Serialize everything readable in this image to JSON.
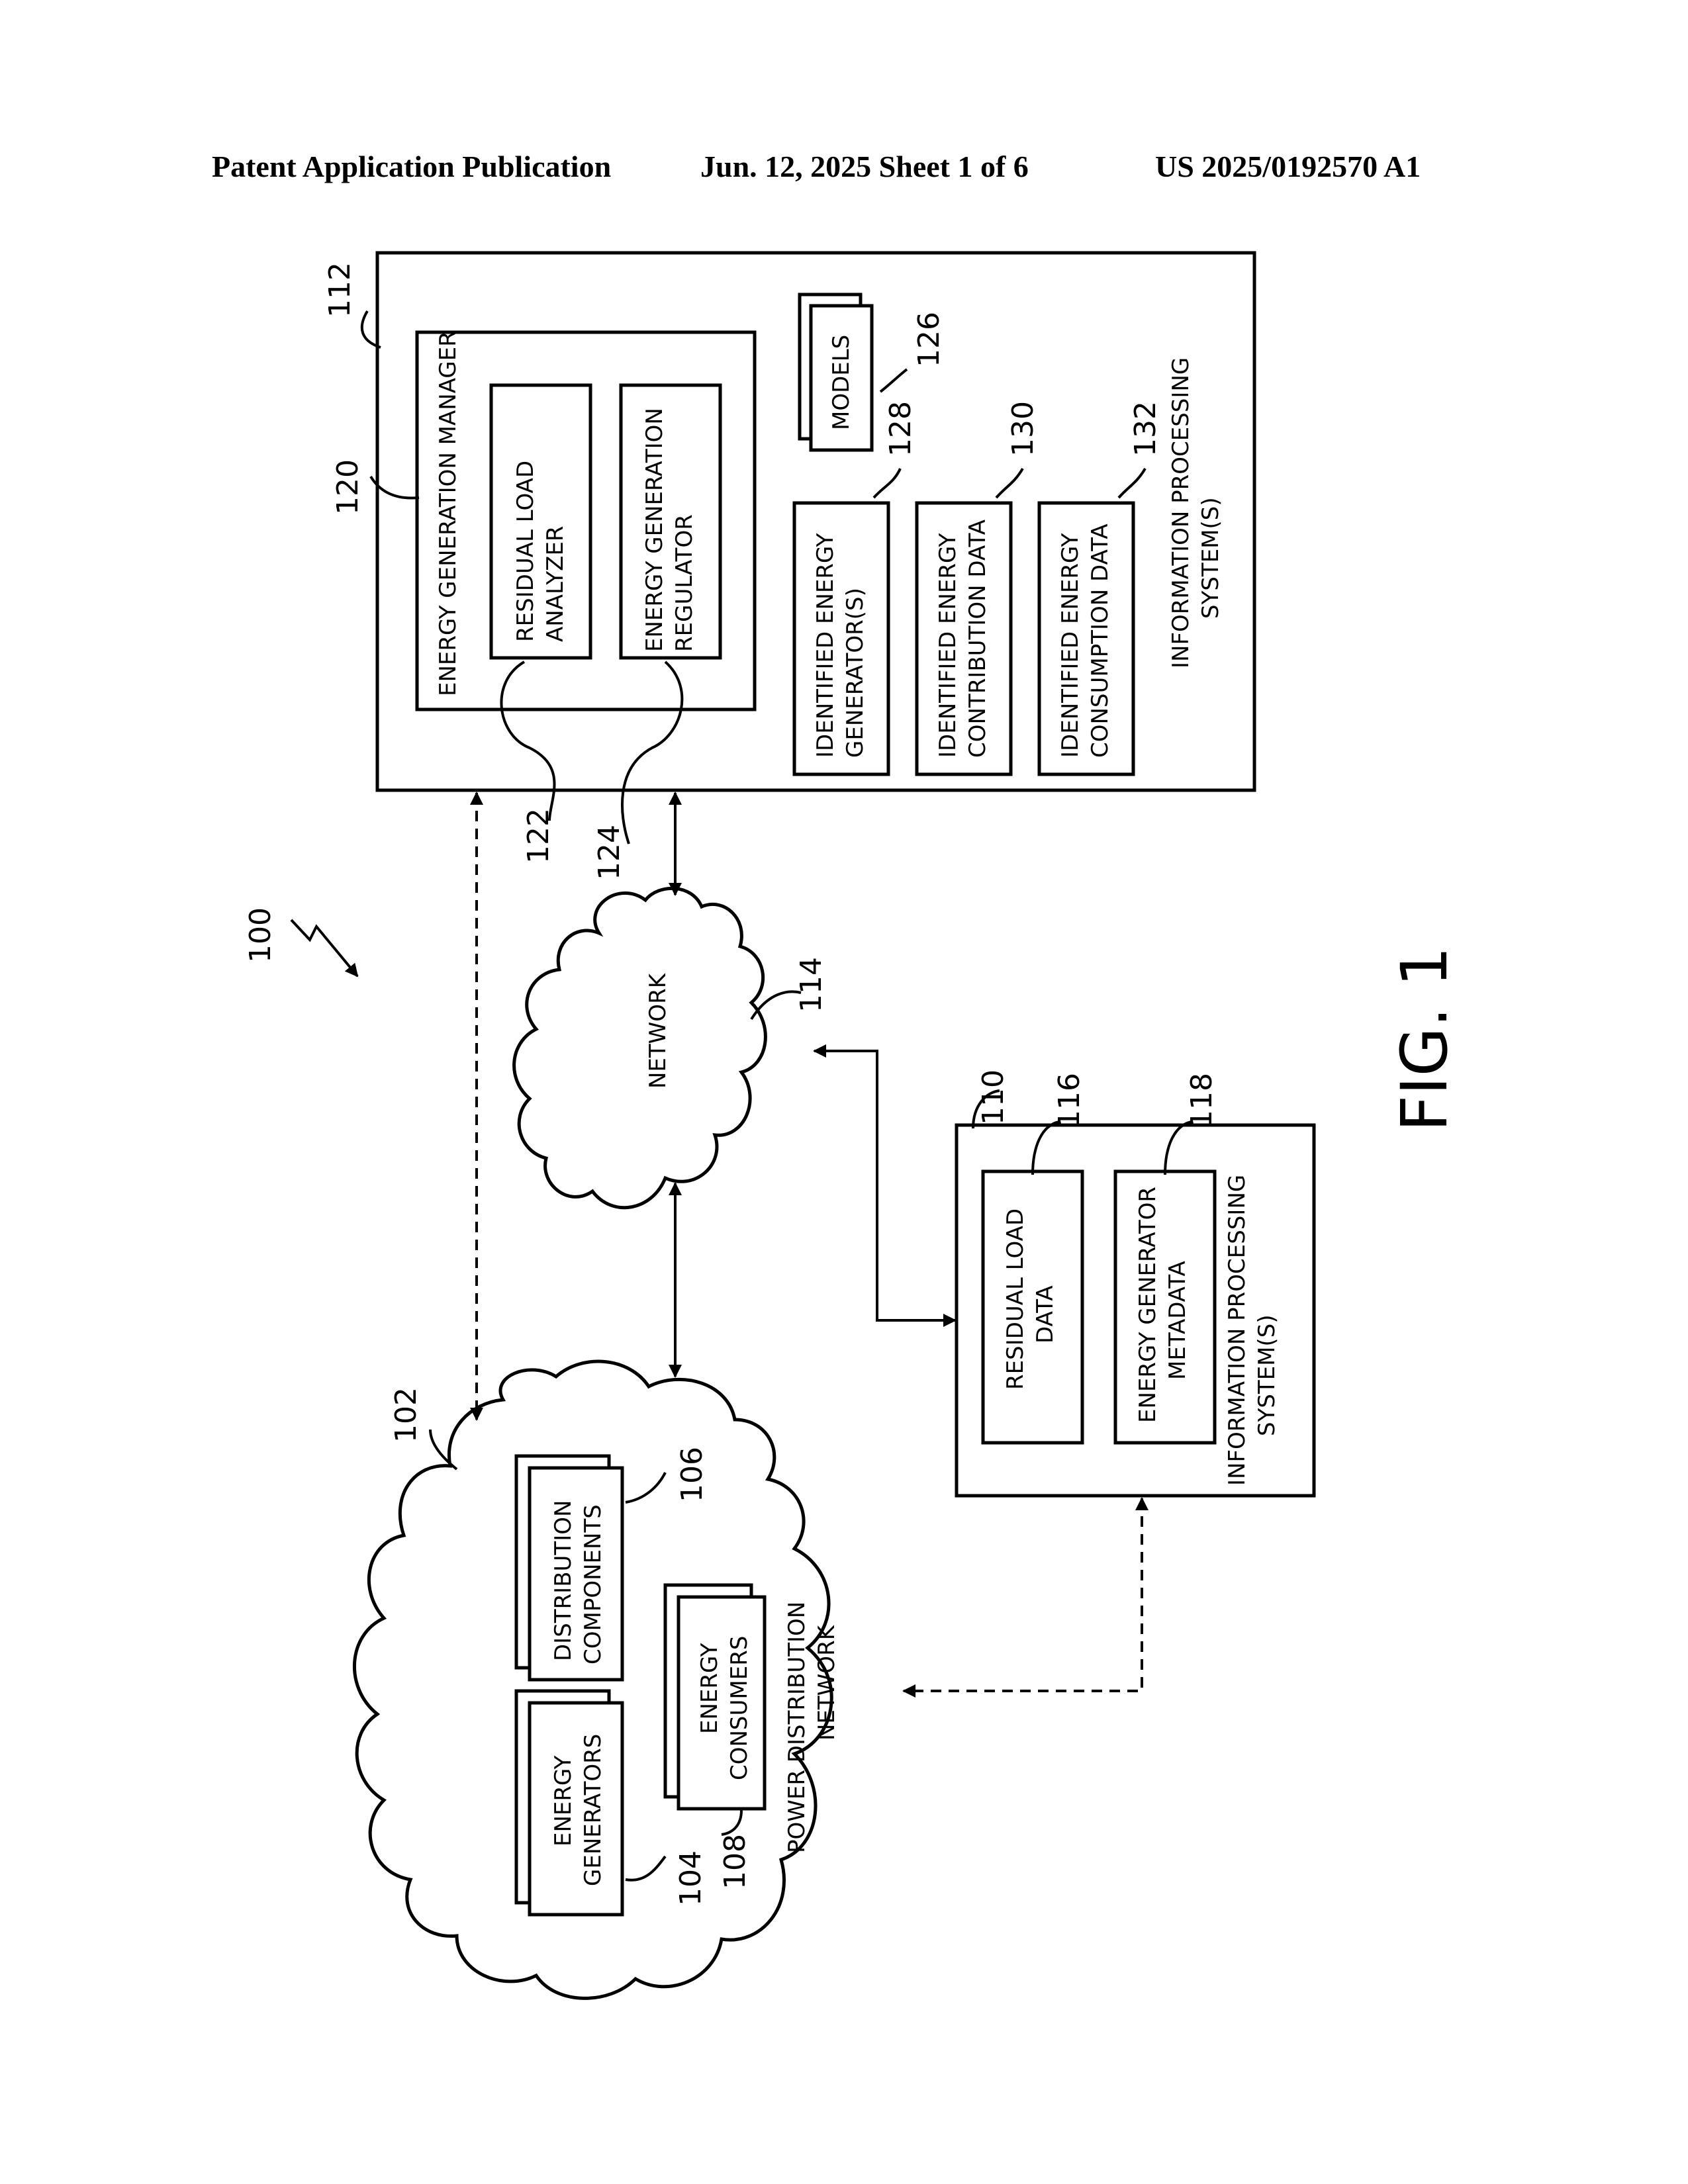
{
  "header": {
    "title": "Patent Application Publication",
    "date_sheet": "Jun. 12, 2025  Sheet 1 of 6",
    "pub_number": "US 2025/0192570 A1"
  },
  "figure": {
    "label": "FIG. 1",
    "system_ref": "100",
    "ips_main": {
      "ref": "112",
      "label_line1": "INFORMATION PROCESSING",
      "label_line2": "SYSTEM(S)",
      "manager": {
        "ref": "120",
        "label": "ENERGY GENERATION MANAGER",
        "analyzer": {
          "ref": "122",
          "line1": "RESIDUAL LOAD",
          "line2": "ANALYZER"
        },
        "regulator": {
          "ref": "124",
          "line1": "ENERGY GENERATION",
          "line2": "REGULATOR"
        }
      },
      "models": {
        "ref": "126",
        "label": "MODELS"
      },
      "identified_generators": {
        "ref": "128",
        "line1": "IDENTIFIED ENERGY",
        "line2": "GENERATOR(S)"
      },
      "contribution_data": {
        "ref": "130",
        "line1": "IDENTIFIED ENERGY",
        "line2": "CONTRIBUTION DATA"
      },
      "consumption_data": {
        "ref": "132",
        "line1": "IDENTIFIED ENERGY",
        "line2": "CONSUMPTION DATA"
      }
    },
    "network": {
      "ref": "114",
      "label": "NETWORK"
    },
    "ips_second": {
      "ref": "110",
      "label_line1": "INFORMATION PROCESSING",
      "label_line2": "SYSTEM(S)",
      "residual_load": {
        "ref": "116",
        "line1": "RESIDUAL LOAD",
        "line2": "DATA"
      },
      "generator_metadata": {
        "ref": "118",
        "line1": "ENERGY GENERATOR",
        "line2": "METADATA"
      }
    },
    "power_network": {
      "ref": "102",
      "label_line1": "POWER DISTRIBUTION",
      "label_line2": "NETWORK",
      "generators": {
        "ref": "104",
        "line1": "ENERGY",
        "line2": "GENERATORS"
      },
      "distribution": {
        "ref": "106",
        "line1": "DISTRIBUTION",
        "line2": "COMPONENTS"
      },
      "consumers": {
        "ref": "108",
        "line1": "ENERGY",
        "line2": "CONSUMERS"
      }
    }
  }
}
